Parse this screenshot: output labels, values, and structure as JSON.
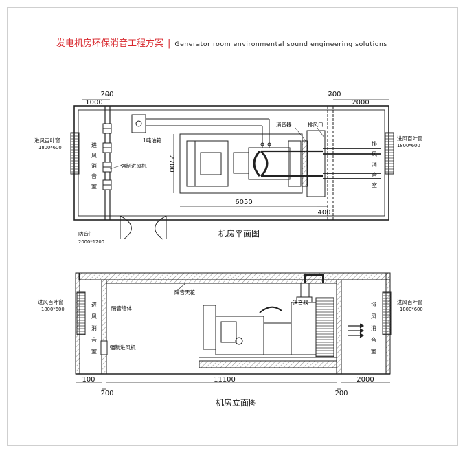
{
  "title": {
    "chinese": "发电机房环保消音工程方案",
    "separator": "|",
    "english": "Generator room environmental sound engineering solutions"
  },
  "plan_view": {
    "caption": "机房平面图",
    "dims": {
      "d200_left": "200",
      "d1000": "1000",
      "d200_right": "200",
      "d2000": "2000",
      "d2700": "2700",
      "d6050": "6050",
      "d400": "400"
    },
    "inlet_louver": {
      "label": "进风百叶窗",
      "size": "1800*600"
    },
    "inlet_room": [
      "进",
      "风",
      "消",
      "音",
      "室"
    ],
    "exhaust_louver": {
      "label": "进风百叶窗",
      "size": "1800*600"
    },
    "exhaust_room": [
      "排",
      "风",
      "消",
      "音",
      "室"
    ],
    "fuel_tank": "1吨油箱",
    "forced_fan": "强制进风机",
    "silencer": "消音器",
    "exhaust_port": "排风口",
    "door": {
      "label": "防音门",
      "size": "2000*1200"
    }
  },
  "elevation_view": {
    "caption": "机房立面图",
    "dims": {
      "d100": "100",
      "d11100": "11100",
      "d2000": "2000",
      "d200_left": "200",
      "d200_right": "200"
    },
    "inlet_louver": {
      "label": "进风百叶窗",
      "size": "1800*600"
    },
    "inlet_room": [
      "进",
      "风",
      "消",
      "音",
      "室"
    ],
    "exhaust_louver": {
      "label": "进风百叶窗",
      "size": "1800*600"
    },
    "exhaust_room": [
      "排",
      "风",
      "消",
      "音",
      "室"
    ],
    "ceiling": "隔音天花",
    "wall": "隔音墙体",
    "forced_fan": "强制进风机",
    "silencer": "消音器"
  }
}
